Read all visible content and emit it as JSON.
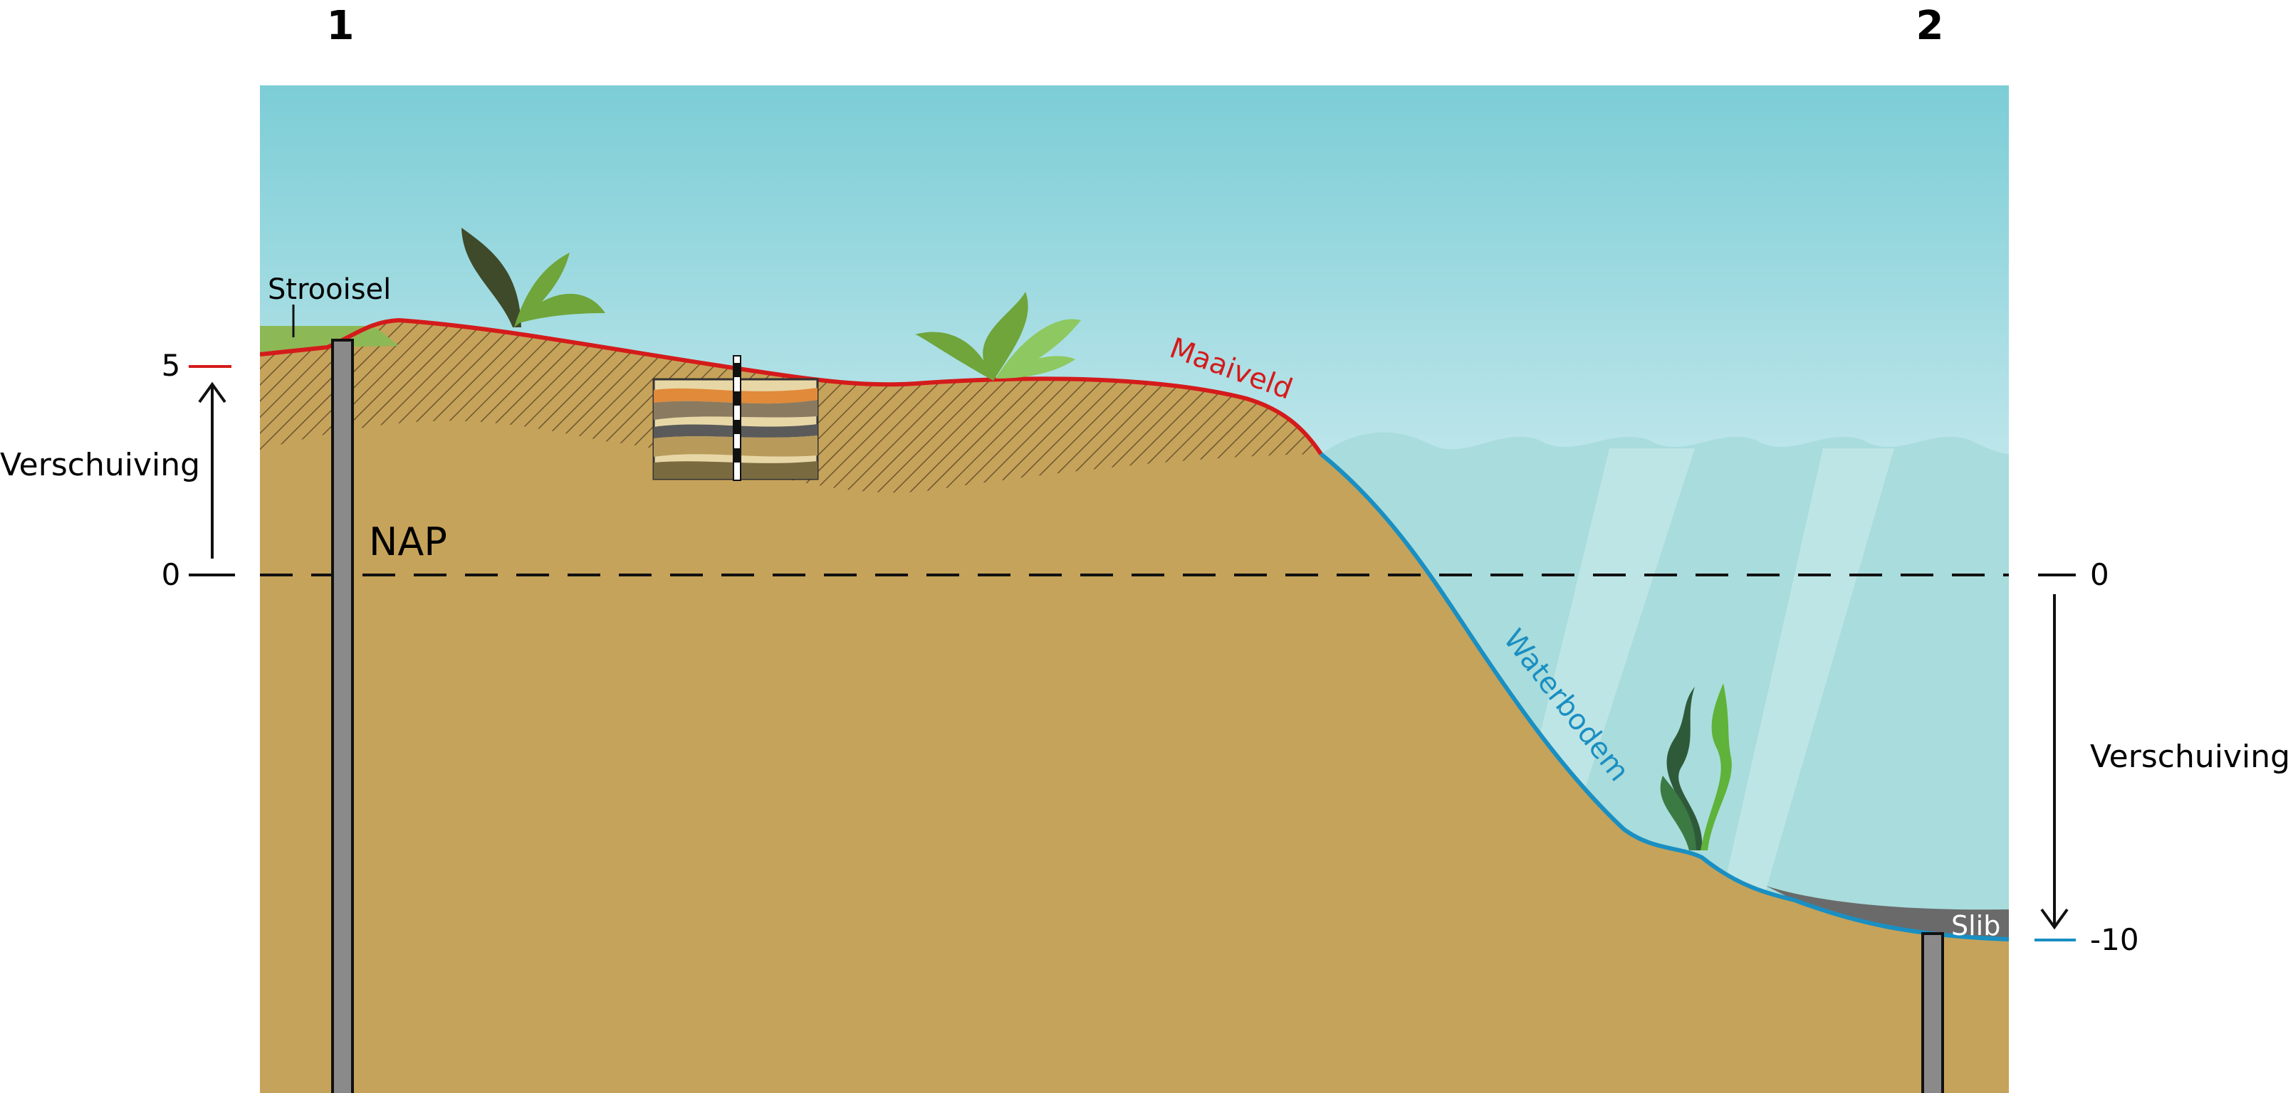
{
  "markers": {
    "left": "1",
    "right": "2"
  },
  "labels": {
    "strooisel": "Strooisel",
    "maaiveld": "Maaiveld",
    "waterbodem": "Waterbodem",
    "nap": "NAP",
    "slib": "Slib",
    "verschuiving_left": "Verschuiving",
    "verschuiving_right": "Verschuiving"
  },
  "scale_left": {
    "top": "5",
    "zero": "0"
  },
  "scale_right": {
    "zero": "0",
    "bottom": "-10"
  },
  "colors": {
    "sky_top": "#7ccdd6",
    "sky_bottom": "#ffffff",
    "soil": "#c6a35a",
    "maaiveld_line": "#d41b1b",
    "waterbodem_line": "#1a8fc2",
    "water": "#a9dcdc",
    "slib": "#6a6a6a",
    "strooisel": "#8db856",
    "pile": "#8a8a8a"
  },
  "icons": [
    "plant-icon",
    "seaweed-icon",
    "soil-core-icon"
  ]
}
